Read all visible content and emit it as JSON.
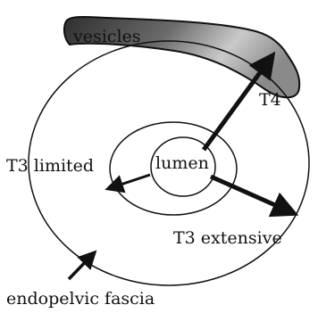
{
  "labels": {
    "vesicles": "vesicles",
    "t4": "T4",
    "t3_limited": "T3 limited",
    "lumen": "lumen",
    "t3_extensive": "T3 extensive",
    "endopelvic_fascia": "endopelvic fascia"
  },
  "colors": {
    "stroke": "#111111",
    "vesicles_fill_dark": "#3f3f3f",
    "vesicles_fill_light": "#cfcfcf",
    "background": "#ffffff"
  }
}
